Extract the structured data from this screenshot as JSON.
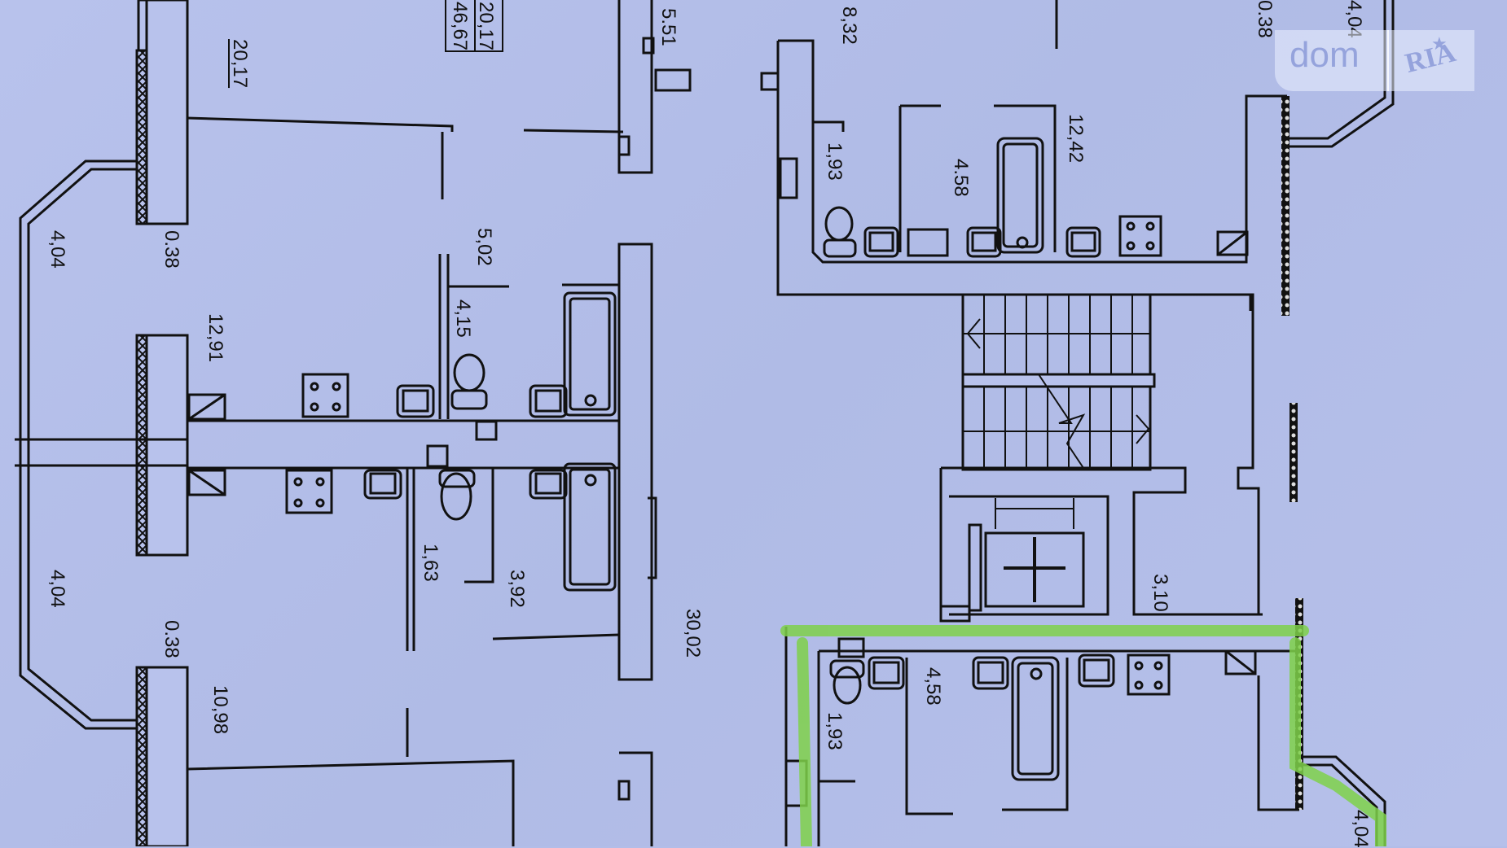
{
  "watermark": {
    "left": "dom",
    "right": "RIA",
    "star": "★"
  },
  "plan": {
    "orientation": "rotated 90° (text reads bottom-to-top)",
    "highlight_color": "#7fd14a",
    "wall_color": "#111111",
    "background_color": "#b3bde8",
    "dimensions": {
      "top_box_upper": "20,17",
      "top_box_lower": "46,67",
      "room_top_left": "20,17",
      "room_top_mid": "5.51",
      "room_top_right": "8,32",
      "top_right_edge": "0.38",
      "top_right_balcony": "4,04",
      "left_balcony_upper": "4,04",
      "wall_upper_left": "0.38",
      "kitchen_upper": "12,91",
      "corridor_upper": "5,02",
      "bath_upper": "4,15",
      "wc_upper_right": "1,93",
      "bath_upper_right": "4.58",
      "kitchen_upper_right": "12,42",
      "left_balcony_lower": "4,04",
      "wc_lower": "1,63",
      "bath_lower": "3,92",
      "living_lower": "30,02",
      "wall_lower_left": "0.38",
      "room_lower_left": "10,98",
      "storage_right": "3,10",
      "bath_lower_right": "4,58",
      "wc_lower_right": "1,93",
      "bottom_right_balcony": "4,04"
    }
  }
}
